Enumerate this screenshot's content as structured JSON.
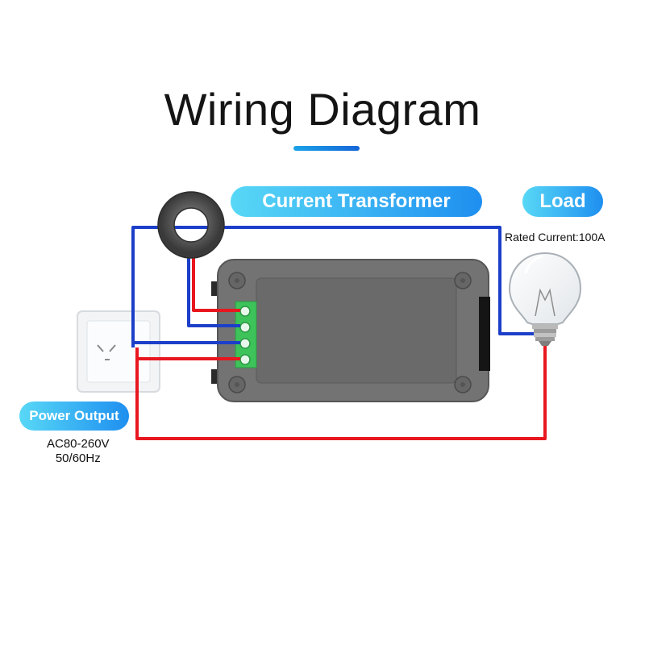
{
  "title": "Wiring Diagram",
  "labels": {
    "current_transformer": "Current Transformer",
    "load": "Load",
    "power_output": "Power Output"
  },
  "notes": {
    "rated_current": "Rated Current:100A",
    "voltage": "AC80-260V",
    "frequency": "50/60Hz"
  },
  "colors": {
    "live_wire": "#e8171f",
    "neutral_wire": "#1c3fc9",
    "label_gradient_start": "#58d8f6",
    "label_gradient_end": "#1e8ff0",
    "meter_body": "#747474",
    "terminal_block": "#3ec25a"
  }
}
